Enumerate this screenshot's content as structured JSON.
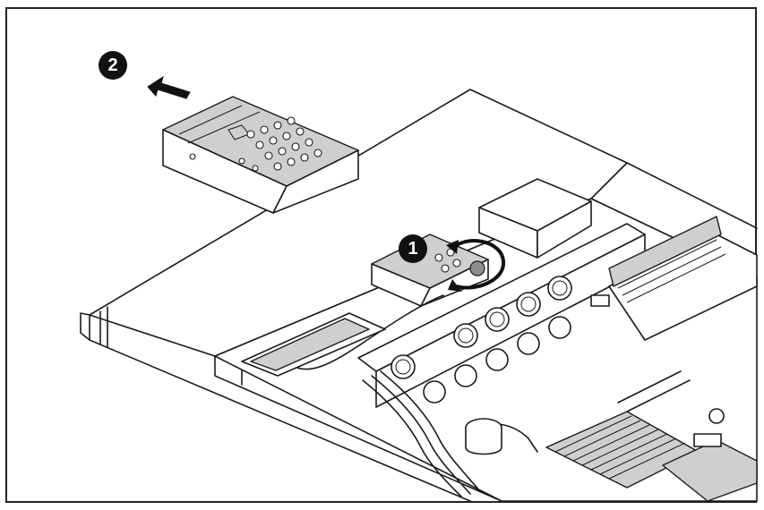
{
  "figure": {
    "callouts": [
      {
        "id": "callout-1",
        "label": "1"
      },
      {
        "id": "callout-2",
        "label": "2"
      }
    ],
    "colors": {
      "line": "#1a1a1a",
      "callout": "#111111",
      "shade": "#cfcfcf"
    },
    "icons": [
      "arrow-left-icon",
      "rotate-arrow-icon"
    ]
  }
}
